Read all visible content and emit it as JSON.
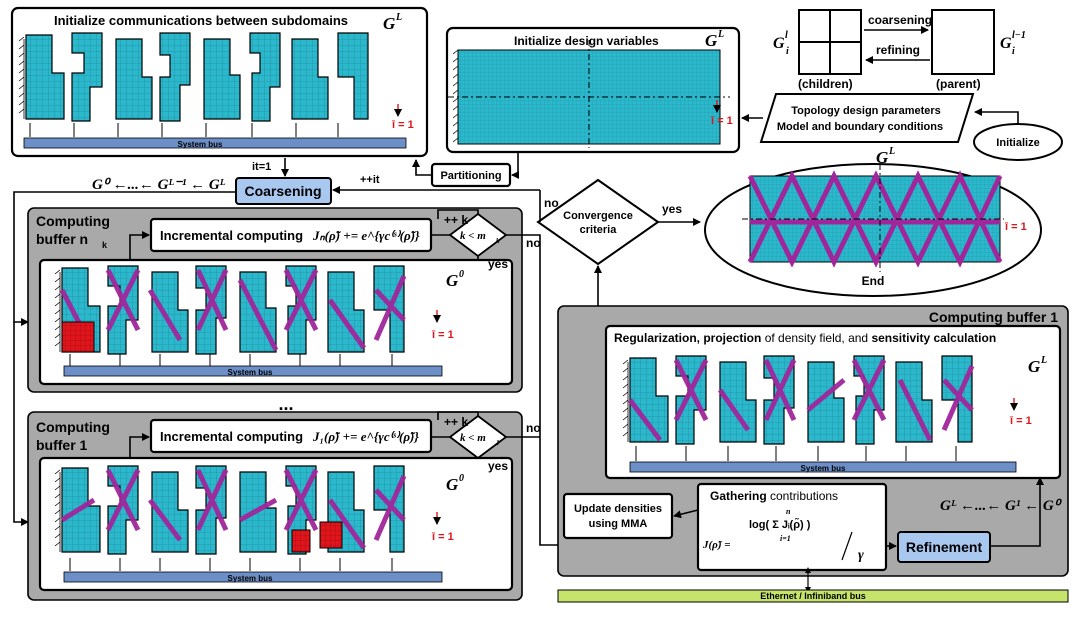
{
  "colors": {
    "mesh": "#2bb8cc",
    "material": "#a0269b",
    "red": "#e0141b",
    "bus": "#6c8fc7",
    "eth": "#c6e36b",
    "gray": "#a9a9a9",
    "blue_box": "#a8c8f0"
  },
  "top_left": {
    "title": "Initialize communications between subdomains",
    "grid": "G",
    "grid_sup": "L",
    "it_label": "ī = 1",
    "bus": "System bus"
  },
  "design_vars": {
    "title": "Initialize design variables",
    "grid": "G",
    "grid_sup": "L",
    "it_label": "ī = 1"
  },
  "hierarchy": {
    "coarsening": "coarsening",
    "refining": "refining",
    "children": "(children)",
    "parent": "(parent)",
    "child_grid": "G",
    "child_sup": "l",
    "child_sub": "i",
    "parent_grid": "G",
    "parent_sup": "l−1",
    "parent_sub": "i"
  },
  "params_box": {
    "line1": "Topology design parameters",
    "line2": "Model and boundary conditions"
  },
  "initialize": "Initialize",
  "partitioning": "Partitioning",
  "coarsening_box": "Coarsening",
  "it_eq": "it=1",
  "pp_it": "++it",
  "coarsen_chain": "G⁰ ←...← Gᴸ⁻¹ ← Gᴸ",
  "convergence": {
    "line1": "Convergence",
    "line2": "criteria",
    "yes": "yes",
    "no": "no"
  },
  "end_panel": {
    "grid": "G",
    "grid_sup": "L",
    "it_label": "ī = 1",
    "end": "End"
  },
  "buffer_n": {
    "label1": "Computing",
    "label2": "buffer n",
    "label2_sub": "k",
    "incr": "Incremental computing",
    "formula": "Jₙ(ρ̃) += e^{γc⁽ˢ⁾(ρ̃)}",
    "pp_k": "++ k",
    "cond": "k < m",
    "cond_sub": "k",
    "yes": "yes",
    "no": "no",
    "grid": "G",
    "grid_sup": "0",
    "it_label": "ī = 1",
    "bus": "System bus"
  },
  "ellipsis": "...",
  "buffer_1": {
    "label1": "Computing",
    "label2": "buffer 1",
    "incr": "Incremental computing",
    "formula": "J₁(ρ̃) += e^{γc⁽ˢ⁾(ρ̃)}",
    "pp_k": "++ k",
    "cond": "k < m",
    "cond_sub": "1",
    "yes": "yes",
    "no": "no",
    "grid": "G",
    "grid_sup": "0",
    "it_label": "ī = 1",
    "bus": "System bus"
  },
  "master": {
    "title": "Computing buffer 1",
    "reg_bold1": "Regularization, projection",
    "reg_mid": " of density field, and ",
    "reg_bold2": "sensitivity calculation",
    "grid": "G",
    "grid_sup": "L",
    "it_label": "ī = 1",
    "bus": "System bus"
  },
  "mma": {
    "line1": "Update densities",
    "line2": "using MMA"
  },
  "gather": {
    "title_bold": "Gathering",
    "title_rest": " contributions",
    "formula_lhs": "J(ρ̃) =",
    "formula_num": "log( Σ Jᵢ(ρ̃) )",
    "sum_top": "n",
    "sum_bot": "i=1",
    "formula_den": "γ"
  },
  "refinement": "Refinement",
  "refine_chain": "Gᴸ ←...← G¹ ← G⁰",
  "ethernet": "Ethernet / Infiniband bus"
}
